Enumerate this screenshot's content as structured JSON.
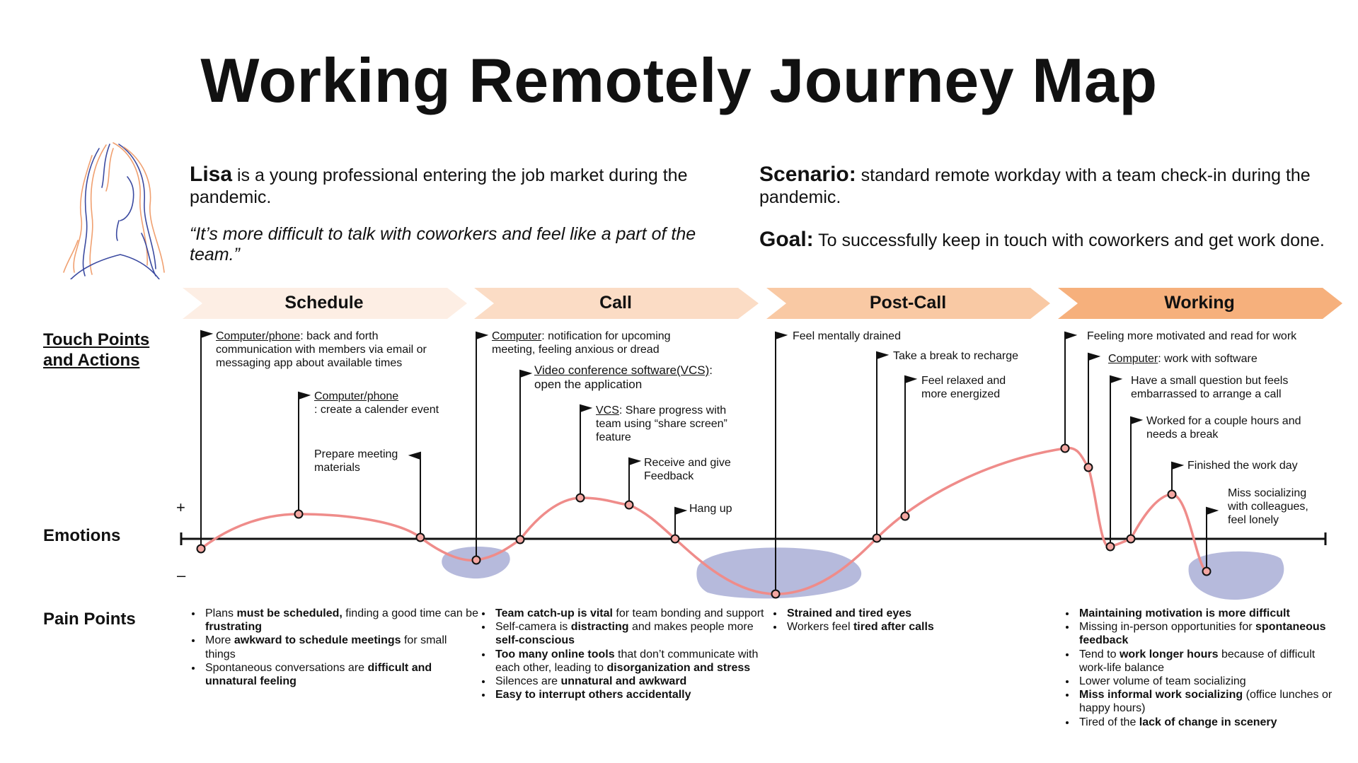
{
  "title": "Working Remotely Journey Map",
  "persona": {
    "name": "Lisa",
    "description": " is a young professional entering the job market during the pandemic.",
    "quote": "“It’s more difficult to talk with coworkers and feel like a part of the team.”"
  },
  "scenario": {
    "label": "Scenario:",
    "text": " standard remote workday with a team check-in during the pandemic."
  },
  "goal": {
    "label": "Goal:",
    "text": " To successfully keep in touch with coworkers and get work done."
  },
  "phases": [
    "Schedule",
    "Call",
    "Post-Call",
    "Working"
  ],
  "phase_colors": [
    "#fdeee4",
    "#fbdcc5",
    "#f9c9a4",
    "#f6b07c"
  ],
  "row_labels": {
    "touch_points": "Touch Points and Actions",
    "emotions": "Emotions",
    "pain_points": "Pain Points",
    "plus": "+",
    "minus": "–"
  },
  "touch_points": {
    "schedule": [
      {
        "u": "Computer/phone",
        "text": ": back and forth communication with members via email or messaging app about available times"
      },
      {
        "u": "Computer/phone",
        "text": ": create a calender event"
      },
      {
        "u": "",
        "text": "Prepare meeting materials"
      }
    ],
    "call": [
      {
        "u": "Computer",
        "text": ": notification for upcoming meeting, feeling anxious or dread"
      },
      {
        "u": "Video conference software(VCS)",
        "text": ": open the application"
      },
      {
        "u": "VCS",
        "text": ": Share progress with team using “share screen” feature"
      },
      {
        "u": "",
        "text": "Receive and give Feedback"
      },
      {
        "u": "",
        "text": "Hang up"
      }
    ],
    "postcall": [
      {
        "u": "",
        "text": "Feel mentally drained"
      },
      {
        "u": "",
        "text": "Take a break to recharge"
      },
      {
        "u": "",
        "text": "Feel relaxed and more energized"
      }
    ],
    "working": [
      {
        "u": "",
        "text": "Feeling more motivated and read for work"
      },
      {
        "u": "Computer",
        "text": ":  work with software"
      },
      {
        "u": "",
        "text": "Have a small question but feels embarrassed to arrange a call"
      },
      {
        "u": "",
        "text": "Worked for a couple hours and needs a break"
      },
      {
        "u": "",
        "text": "Finished the work day"
      },
      {
        "u": "",
        "text": "Miss socializing with colleagues, feel lonely"
      }
    ]
  },
  "pain_points": {
    "schedule": [
      [
        {
          "t": "Plans "
        },
        {
          "b": "must be scheduled,"
        },
        {
          "t": " finding a good time can be "
        },
        {
          "b": "frustrating"
        }
      ],
      [
        {
          "t": "More "
        },
        {
          "b": "awkward to schedule meetings"
        },
        {
          "t": " for small things"
        }
      ],
      [
        {
          "t": "Spontaneous conversations are "
        },
        {
          "b": "difficult and unnatural feeling"
        }
      ]
    ],
    "call": [
      [
        {
          "b": "Team catch-up is vital"
        },
        {
          "t": " for team bonding and support"
        }
      ],
      [
        {
          "t": "Self-camera is "
        },
        {
          "b": "distracting"
        },
        {
          "t": " and makes people more "
        },
        {
          "b": "self-conscious"
        }
      ],
      [
        {
          "b": "Too many online tools"
        },
        {
          "t": " that don’t communicate with each other, leading to "
        },
        {
          "b": "disorganization and stress"
        }
      ],
      [
        {
          "t": "Silences are "
        },
        {
          "b": "unnatural and awkward"
        }
      ],
      [
        {
          "b": "Easy to interrupt others accidentally"
        }
      ]
    ],
    "postcall": [
      [
        {
          "b": "Strained and tired eyes"
        }
      ],
      [
        {
          "t": "Workers feel "
        },
        {
          "b": "tired after calls"
        }
      ]
    ],
    "working": [
      [
        {
          "b": "Maintaining motivation is more difficult"
        }
      ],
      [
        {
          "t": "Missing in-person opportunities for "
        },
        {
          "b": "spontaneous feedback"
        }
      ],
      [
        {
          "t": "Tend to "
        },
        {
          "b": "work longer hours"
        },
        {
          "t": " because of difficult work-life balance"
        }
      ],
      [
        {
          "t": "Lower volume of team socializing"
        }
      ],
      [
        {
          "b": "Miss informal work socializing"
        },
        {
          "t": " (office lunches or happy hours)"
        }
      ],
      [
        {
          "t": "Tired of the "
        },
        {
          "b": "lack of change in scenery"
        }
      ]
    ]
  },
  "colors": {
    "curve": "#ef8c8a",
    "dot_fill": "#f4a7a2",
    "pain_blob": "#a9aed6",
    "axis": "#111111"
  }
}
